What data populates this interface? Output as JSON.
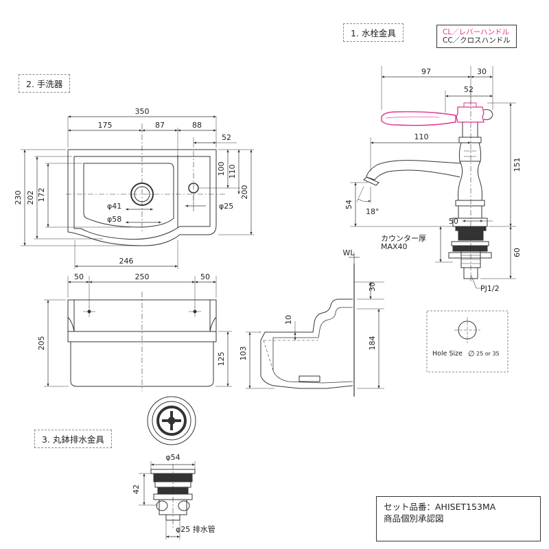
{
  "colors": {
    "line": "#333333",
    "accent": "#e0308f",
    "shade": "#333333"
  },
  "labels": {
    "faucet": "1. 水栓金具",
    "basin": "2. 手洗器",
    "drain": "3. 丸鉢排水金具"
  },
  "handle_box": {
    "cl": "CL／レバーハンドル",
    "cc": "CC／クロスハンドル"
  },
  "set_box": {
    "code": "セット品番：AHISET153MA",
    "note": "商品個別承認図"
  },
  "faucet": {
    "d97": "97",
    "d30": "30",
    "d52": "52",
    "d110": "110",
    "d151": "151",
    "d54": "54",
    "angle": "18°",
    "d50": "50",
    "counter": "カウンター厚",
    "max": "MAX40",
    "d60": "60",
    "pj": "PJ1/2"
  },
  "hole": {
    "text": "Hole Size",
    "size": "25 or 35",
    "dia": "∅"
  },
  "basin_top": {
    "d350": "350",
    "d175": "175",
    "d87": "87",
    "d88": "88",
    "d52": "52",
    "d100": "100",
    "d110": "110",
    "d200": "200",
    "d230": "230",
    "d202": "202",
    "d172": "172",
    "phi41": "φ41",
    "phi58": "φ58",
    "phi25": "φ25",
    "d246": "246"
  },
  "basin_front": {
    "d50a": "50",
    "d250": "250",
    "d50b": "50",
    "d205": "205",
    "d125": "125"
  },
  "basin_side": {
    "wl": "WL",
    "d30": "30",
    "d10": "10",
    "d103": "103",
    "d184": "184"
  },
  "drain": {
    "phi54": "φ54",
    "d42": "42",
    "pipe": "φ25 排水管"
  }
}
